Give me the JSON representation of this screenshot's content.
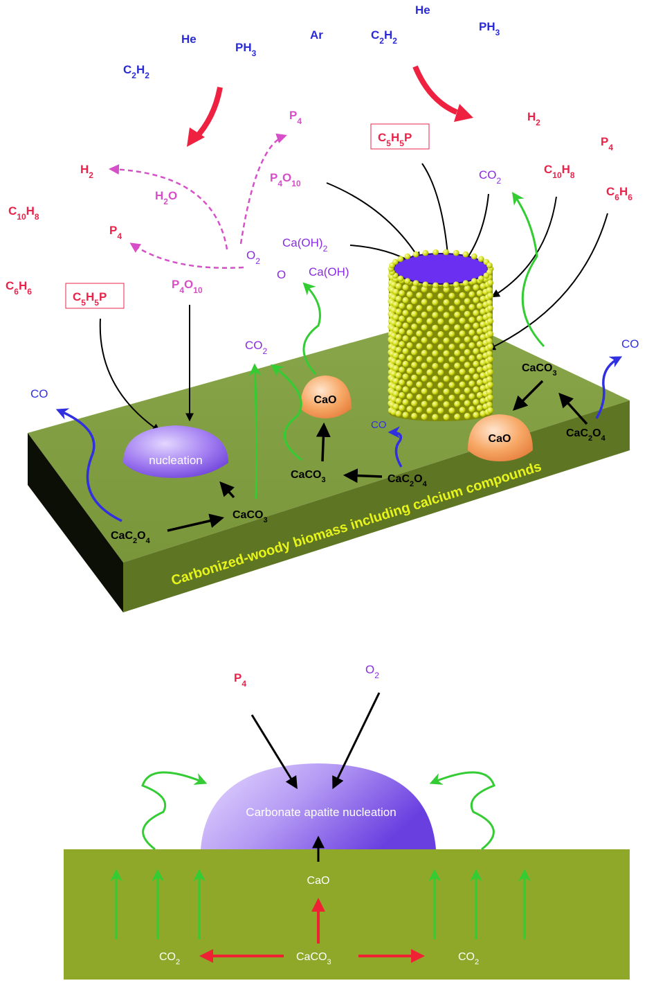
{
  "colors": {
    "gas_blue": "#2a2ad6",
    "product_red": "#e8234a",
    "side_pink": "#d64fc8",
    "oxide_purple": "#8a2be2",
    "green_arrow": "#33cc33",
    "blue_arrow": "#3030e0",
    "red_arrow": "#ee2233",
    "platform_top": "#7e9a3e",
    "platform_front": "#5e7524",
    "banner_yellow": "#e8f51a",
    "nucleation_purple": "#9b6ff0",
    "cao_orange": "#f5a060",
    "nanotube_yellow": "#d8e020",
    "lower_slab": "#8fa82a"
  },
  "top_diagram": {
    "feed_gases_left": [
      {
        "b": "He",
        "s": "",
        "t": ""
      },
      {
        "b": "PH",
        "s": "3",
        "t": ""
      },
      {
        "b": "C",
        "s": "2",
        "t": "H"
      }
    ],
    "feed_gases_right": [
      {
        "b": "He",
        "s": "",
        "t": ""
      },
      {
        "b": "PH",
        "s": "3",
        "t": ""
      },
      {
        "b": "Ar",
        "s": "",
        "t": ""
      }
    ],
    "pyrolysis_products": {
      "h2_left": {
        "b": "H",
        "s": "2",
        "t": ""
      },
      "p4_left": {
        "b": "P",
        "s": "4",
        "t": ""
      },
      "c10h8_left": {
        "b": "C",
        "s": "10",
        "t": "H"
      },
      "c6h6_left": {
        "b": "C",
        "s": "6",
        "t": "H"
      },
      "h2_right": {
        "b": "H",
        "s": "2",
        "t": ""
      },
      "p4_right": {
        "b": "P",
        "s": "4",
        "t": ""
      },
      "c10h8_right": {
        "b": "C",
        "s": "10",
        "t": "H"
      },
      "c6h6_right": {
        "b": "C",
        "s": "6",
        "t": "H"
      }
    },
    "side_reactions": {
      "p4_top": {
        "b": "P",
        "s": "4",
        "t": ""
      },
      "h2o": {
        "b": "H",
        "s": "2",
        "t": "O"
      },
      "p4o10_upper": {
        "b": "P",
        "s": "4",
        "t": "O"
      },
      "p4o10_lower": {
        "b": "P",
        "s": "4",
        "t": "O"
      },
      "o2": {
        "b": "O",
        "s": "2",
        "t": ""
      }
    },
    "boxed_precursor": {
      "b": "C",
      "s": "5",
      "t": "H"
    },
    "oxides": {
      "o": "O",
      "caoh": "Ca(OH)",
      "caoh2": {
        "b": "Ca(OH)",
        "s": "2",
        "t": ""
      },
      "co2_mid": {
        "b": "CO",
        "s": "2",
        "t": ""
      },
      "co2_right": {
        "b": "CO",
        "s": "2",
        "t": ""
      }
    },
    "carbon_monoxide": "CO",
    "surface_species": {
      "nucleation": "nucleation",
      "cao": "CaO",
      "caco3": {
        "b": "CaCO",
        "s": "3",
        "t": ""
      },
      "cac2o4": {
        "b": "CaC",
        "s": "2",
        "t": "O"
      }
    },
    "banner": "Carbonized-woody biomass including calcium compounds"
  },
  "bottom_diagram": {
    "p4": {
      "b": "P",
      "s": "4",
      "t": ""
    },
    "o2": {
      "b": "O",
      "s": "2",
      "t": ""
    },
    "dome_label": "Carbonate apatite nucleation",
    "cao": "CaO",
    "caco3": {
      "b": "CaCO",
      "s": "3",
      "t": ""
    },
    "co2": {
      "b": "CO",
      "s": "2",
      "t": ""
    }
  }
}
